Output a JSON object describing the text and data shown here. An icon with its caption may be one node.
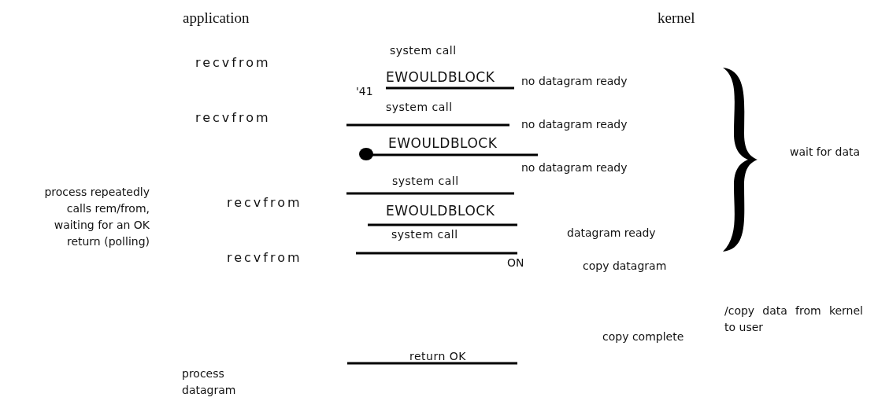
{
  "diagram": {
    "nodes": [
      {
        "text": [],
        "shape": "bracket",
        "beside": [
          "wait for data"
        ]
      }
    ],
    "labels": [
      "application",
      "kernel",
      "recvfrom",
      "system call",
      "EWOULDBLOCK",
      "'41",
      "no datagram ready",
      "recvfrom",
      "system call",
      "no datagram ready",
      "EWOULDBLOCK",
      "no datagram ready",
      "process repeatedly calls rem/from, waiting for an OK return (polling)",
      "system call",
      "recvfrom",
      "EWOULDBLOCK",
      "system call",
      "datagram ready",
      "recvfrom",
      "ON",
      "copy datagram",
      "/copy data from kernel to user",
      "return OK",
      "copy complete",
      "process datagram"
    ]
  }
}
